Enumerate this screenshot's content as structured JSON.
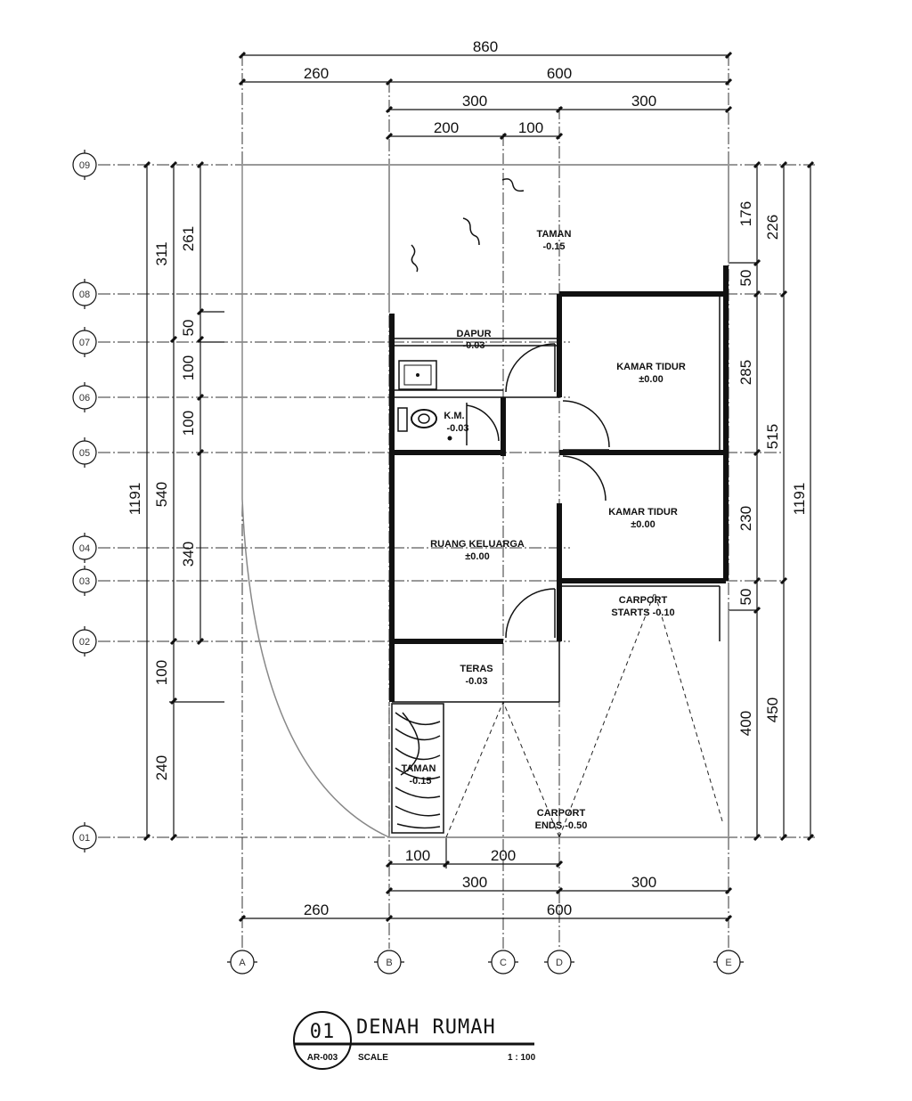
{
  "dims_top": {
    "total": "860",
    "left": "260",
    "right": "600",
    "r1": "300",
    "r2": "300",
    "s1": "200",
    "s2": "100"
  },
  "dims_bottom": {
    "a": "100",
    "b": "200",
    "c": "300",
    "d": "300",
    "e": "260",
    "f": "600"
  },
  "dims_left": {
    "total": "1191",
    "d540": "540",
    "d311": "311",
    "d261": "261",
    "d50": "50",
    "d100a": "100",
    "d100b": "100",
    "d340": "340",
    "d100c": "100",
    "d240": "240"
  },
  "dims_right": {
    "total": "1191",
    "d176": "176",
    "d226": "226",
    "d50a": "50",
    "d285": "285",
    "d515": "515",
    "d230": "230",
    "d50b": "50",
    "d400": "400",
    "d450": "450"
  },
  "grid_rows": [
    "09",
    "08",
    "07",
    "06",
    "05",
    "04",
    "03",
    "02",
    "01"
  ],
  "grid_cols": [
    "A",
    "B",
    "C",
    "D",
    "E"
  ],
  "rooms": {
    "taman_top": {
      "name": "TAMAN",
      "level": "-0.15"
    },
    "dapur": {
      "name": "DAPUR",
      "level": "-0.03"
    },
    "km": {
      "name": "K.M.",
      "level": "-0.03"
    },
    "kamar1": {
      "name": "KAMAR  TIDUR",
      "level": "±0.00"
    },
    "kamar2": {
      "name": "KAMAR  TIDUR",
      "level": "±0.00"
    },
    "ruang": {
      "name": "RUANG  KELUARGA",
      "level": "±0.00"
    },
    "carport1": {
      "name": "CARPORT",
      "level": "STARTS  -0.10"
    },
    "teras": {
      "name": "TERAS",
      "level": "-0.03"
    },
    "taman_bottom": {
      "name": "TAMAN",
      "level": "-0.15"
    },
    "carport2": {
      "name": "CARPORT",
      "level": "ENDS  -0.50"
    }
  },
  "title_block": {
    "number": "01",
    "sheet": "AR-003",
    "title": "DENAH RUMAH",
    "scale_label": "SCALE",
    "scale": "1 : 100"
  }
}
